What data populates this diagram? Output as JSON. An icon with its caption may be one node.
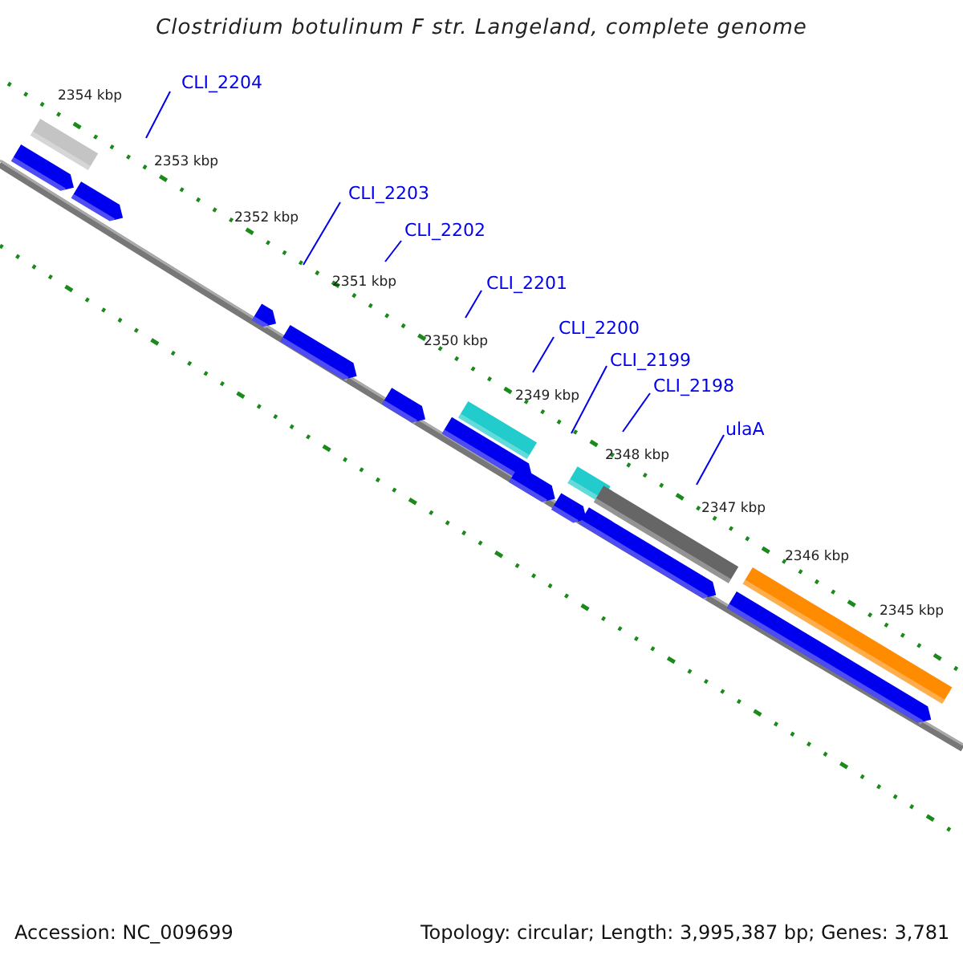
{
  "diagram": {
    "title": "Clostridium botulinum F str. Langeland, complete genome",
    "nodes": [
      {
        "text": [
          "CLI_2204"
        ]
      },
      {
        "text": [
          "CLI_2203"
        ]
      },
      {
        "text": [
          "CLI_2202"
        ]
      },
      {
        "text": [
          "CLI_2201"
        ]
      },
      {
        "text": [
          "CLI_2200"
        ]
      },
      {
        "text": [
          "CLI_2199"
        ]
      },
      {
        "text": [
          "CLI_2198"
        ]
      },
      {
        "text": [
          "ulaA"
        ]
      }
    ],
    "edges": [
      {
        "from": 0,
        "to": null,
        "arrow": "none"
      },
      {
        "from": 1,
        "to": null,
        "arrow": "none"
      },
      {
        "from": 2,
        "to": null,
        "arrow": "none"
      },
      {
        "from": 3,
        "to": null,
        "arrow": "none"
      },
      {
        "from": 4,
        "to": null,
        "arrow": "none"
      },
      {
        "from": 5,
        "to": null,
        "arrow": "none"
      },
      {
        "from": 6,
        "to": null,
        "arrow": "none"
      },
      {
        "from": 7,
        "to": null,
        "arrow": "none"
      }
    ],
    "labels": [
      "2354 kbp",
      "2353 kbp",
      "2352 kbp",
      "2351 kbp",
      "2350 kbp",
      "2349 kbp",
      "2348 kbp",
      "2347 kbp",
      "2346 kbp",
      "2345 kbp",
      "Accession: NC_009699",
      "Topology: circular; Length: 3,995,387 bp; Genes: 3,781"
    ]
  }
}
